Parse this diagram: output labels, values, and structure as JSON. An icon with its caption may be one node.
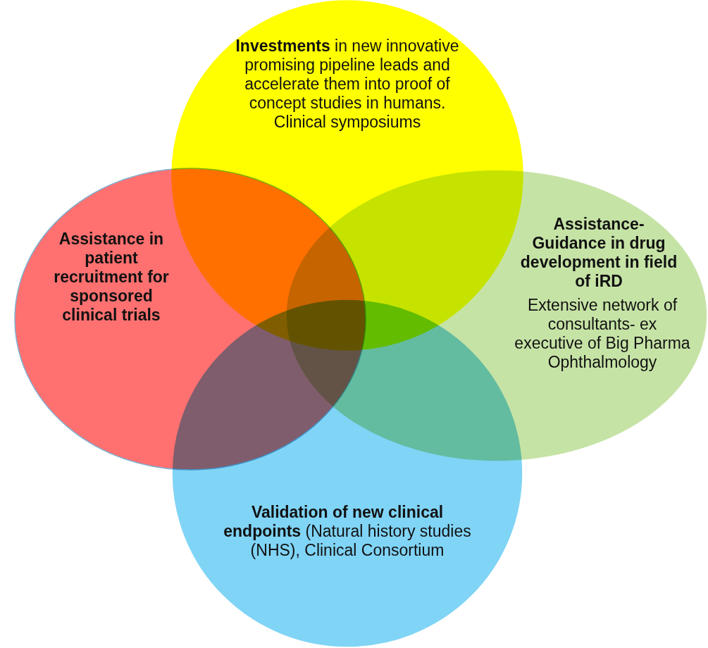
{
  "diagram": {
    "nodes": [
      {
        "text": [
          "**Investments** in new innovative promising pipeline leads and  accelerate them into proof of concept studies in humans. Clinical symposiums"
        ]
      },
      {
        "text": [
          "Assistance in patient recruitment for sponsored clinical trials"
        ]
      },
      {
        "text": [
          "Assistance- Guidance in drug development in field of iRD",
          "Extensive network of consultants- ex executive of Big Pharma Ophthalmology"
        ]
      },
      {
        "text": [
          "**Validation of new clinical endpoints** (Natural history studies (NHS), Clinical Consortium"
        ]
      }
    ]
  }
}
